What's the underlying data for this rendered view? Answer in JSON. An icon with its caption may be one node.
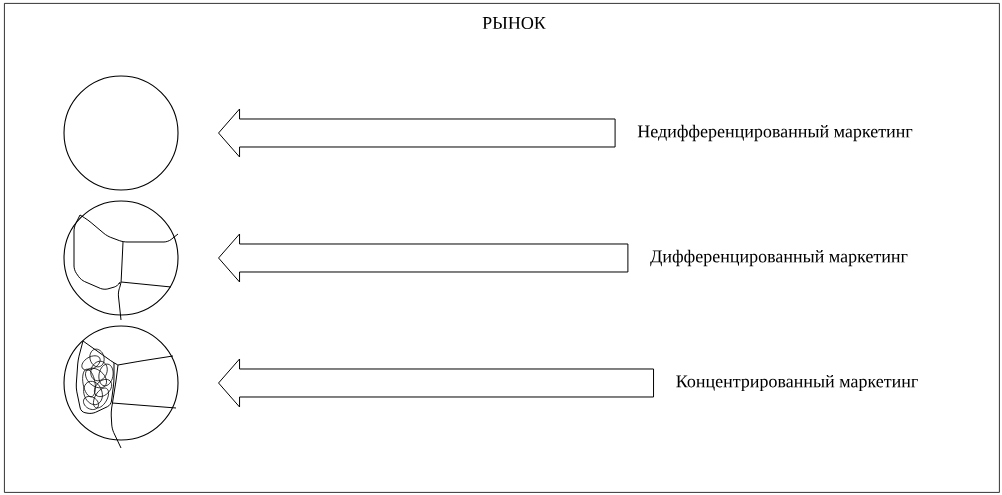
{
  "diagram": {
    "nodes": [
      {
        "text": [
          "РЫНОК"
        ]
      },
      {
        "text": [],
        "shape": "circle",
        "in": 0
      },
      {
        "text": [
          "Недифференцированный маркетинг"
        ],
        "in": 0
      },
      {
        "text": [],
        "shape": "circle",
        "in": 0
      },
      {
        "text": [
          "Дифференцированный маркетинг"
        ],
        "in": 0
      },
      {
        "text": [],
        "shape": "circle",
        "in": 0
      },
      {
        "text": [
          "Концентрированный маркетинг"
        ],
        "in": 0
      }
    ],
    "edges": [
      {
        "from": 2,
        "to": 1,
        "arrow": "to"
      },
      {
        "from": 4,
        "to": 3,
        "arrow": "to"
      },
      {
        "from": 6,
        "to": 5,
        "arrow": "to"
      }
    ]
  }
}
